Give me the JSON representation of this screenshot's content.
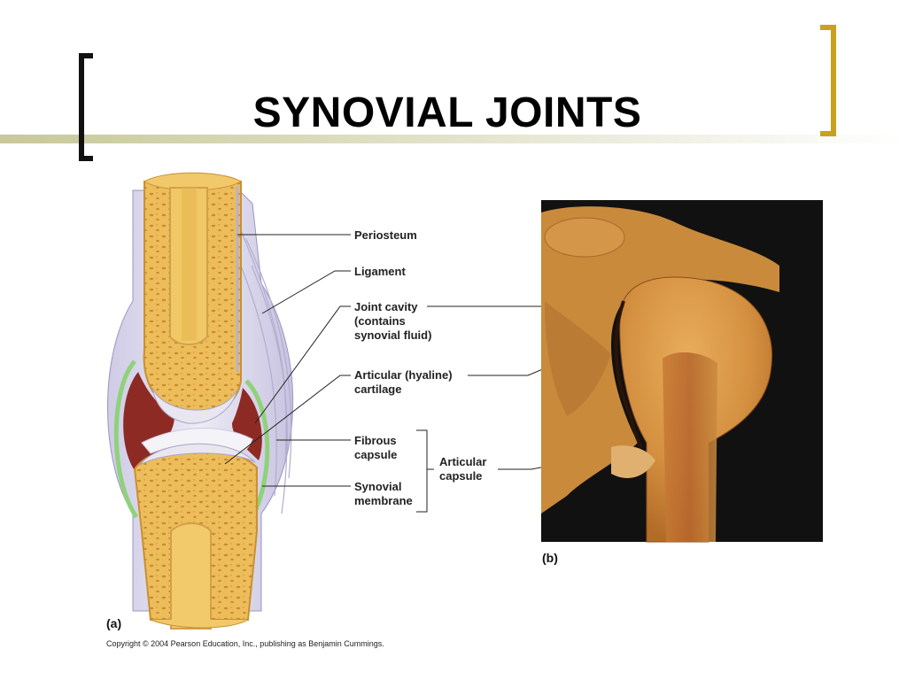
{
  "slide": {
    "title": "SYNOVIAL JOINTS",
    "copyright": "Copyright © 2004 Pearson Education, Inc., publishing as Benjamin Cummings."
  },
  "figure_a": {
    "tag": "(a)",
    "labels": {
      "periosteum": "Periosteum",
      "ligament": "Ligament",
      "joint_cavity": [
        "Joint cavity",
        "(contains",
        "synovial fluid)"
      ],
      "articular_cartilage": [
        "Articular (hyaline)",
        "cartilage"
      ],
      "fibrous_capsule": [
        "Fibrous",
        "capsule"
      ],
      "synovial_membrane": [
        "Synovial",
        "membrane"
      ],
      "articular_capsule": [
        "Articular",
        "capsule"
      ]
    }
  },
  "figure_b": {
    "tag": "(b)"
  },
  "colors": {
    "bracket_left": "#111111",
    "bracket_right": "#c9a020",
    "accent_line": "#c8c89a",
    "bone": "#e9b955",
    "cartilage_red": "#8e2a24",
    "synovial_green": "#8fd27a",
    "photo_bg": "#111111"
  }
}
